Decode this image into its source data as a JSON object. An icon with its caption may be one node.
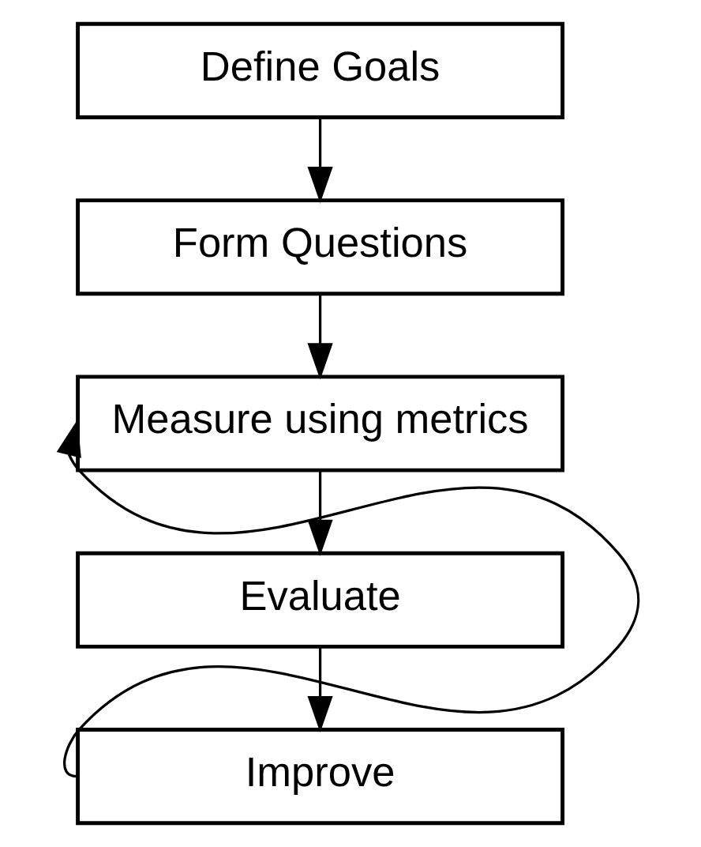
{
  "diagram": {
    "nodes": [
      {
        "text": [
          "Define Goals"
        ]
      },
      {
        "text": [
          "Form Questions"
        ]
      },
      {
        "text": [
          "Measure using metrics"
        ]
      },
      {
        "text": [
          "Evaluate"
        ]
      },
      {
        "text": [
          "Improve"
        ]
      }
    ],
    "edges": [
      {
        "from": 0,
        "to": 1,
        "arrow": "to"
      },
      {
        "from": 1,
        "to": 2,
        "arrow": "to"
      },
      {
        "from": 2,
        "to": 3,
        "arrow": "to"
      },
      {
        "from": 3,
        "to": 4,
        "arrow": "to"
      },
      {
        "from": 4,
        "to": 2,
        "arrow": "to"
      }
    ]
  }
}
